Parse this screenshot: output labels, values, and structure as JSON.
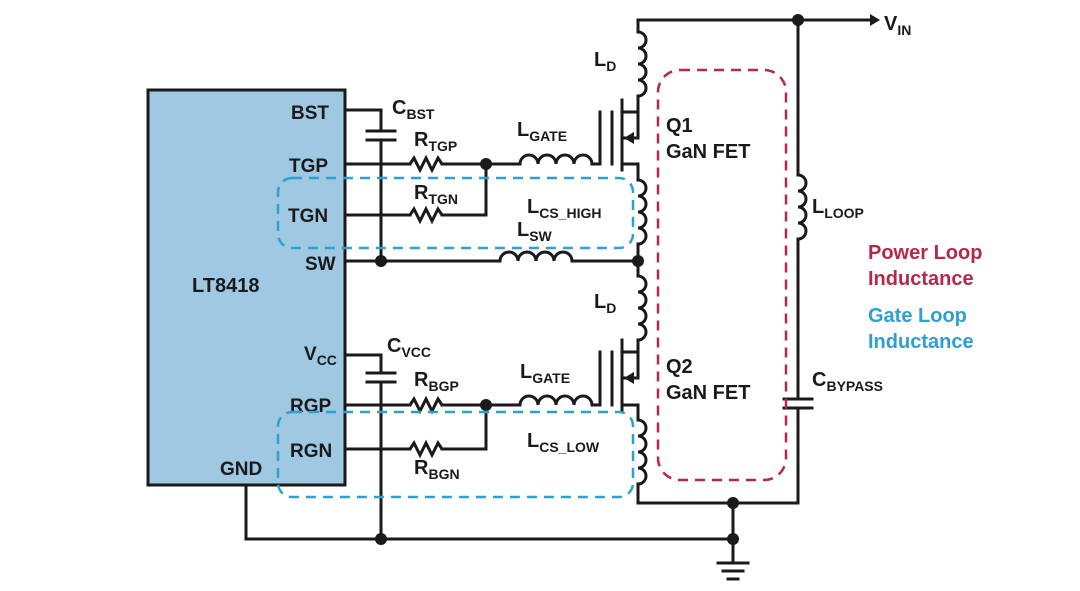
{
  "ic": {
    "name": "LT8418",
    "fill": "#9fc8e3"
  },
  "pins": {
    "bst": "BST",
    "tgp": "TGP",
    "tgn": "TGN",
    "sw": "SW",
    "vcc_main": "V",
    "vcc_sub": "CC",
    "rgp": "RGP",
    "rgn": "RGN",
    "gnd": "GND"
  },
  "components": {
    "c_bst": {
      "main": "C",
      "sub": "BST"
    },
    "r_tgp": {
      "main": "R",
      "sub": "TGP"
    },
    "r_tgn": {
      "main": "R",
      "sub": "TGN"
    },
    "l_gate_top": {
      "main": "L",
      "sub": "GATE"
    },
    "l_cs_high": {
      "main": "L",
      "sub": "CS_HIGH"
    },
    "l_sw": {
      "main": "L",
      "sub": "SW"
    },
    "l_d_top": {
      "main": "L",
      "sub": "D"
    },
    "l_d_bot": {
      "main": "L",
      "sub": "D"
    },
    "q1": {
      "name": "Q1",
      "type": "GaN FET"
    },
    "q2": {
      "name": "Q2",
      "type": "GaN FET"
    },
    "c_vcc": {
      "main": "C",
      "sub": "VCC"
    },
    "r_bgp": {
      "main": "R",
      "sub": "BGP"
    },
    "r_bgn": {
      "main": "R",
      "sub": "BGN"
    },
    "l_gate_bot": {
      "main": "L",
      "sub": "GATE"
    },
    "l_cs_low": {
      "main": "L",
      "sub": "CS_LOW"
    },
    "l_loop": {
      "main": "L",
      "sub": "LOOP"
    },
    "c_bypass": {
      "main": "C",
      "sub": "BYPASS"
    },
    "vin": {
      "main": "V",
      "sub": "IN"
    }
  },
  "legend": {
    "power_line1": "Power Loop",
    "power_line2": "Inductance",
    "power_color": "#b5284a",
    "gate_line1": "Gate Loop",
    "gate_line2": "Inductance",
    "gate_color": "#2f9fd3"
  }
}
